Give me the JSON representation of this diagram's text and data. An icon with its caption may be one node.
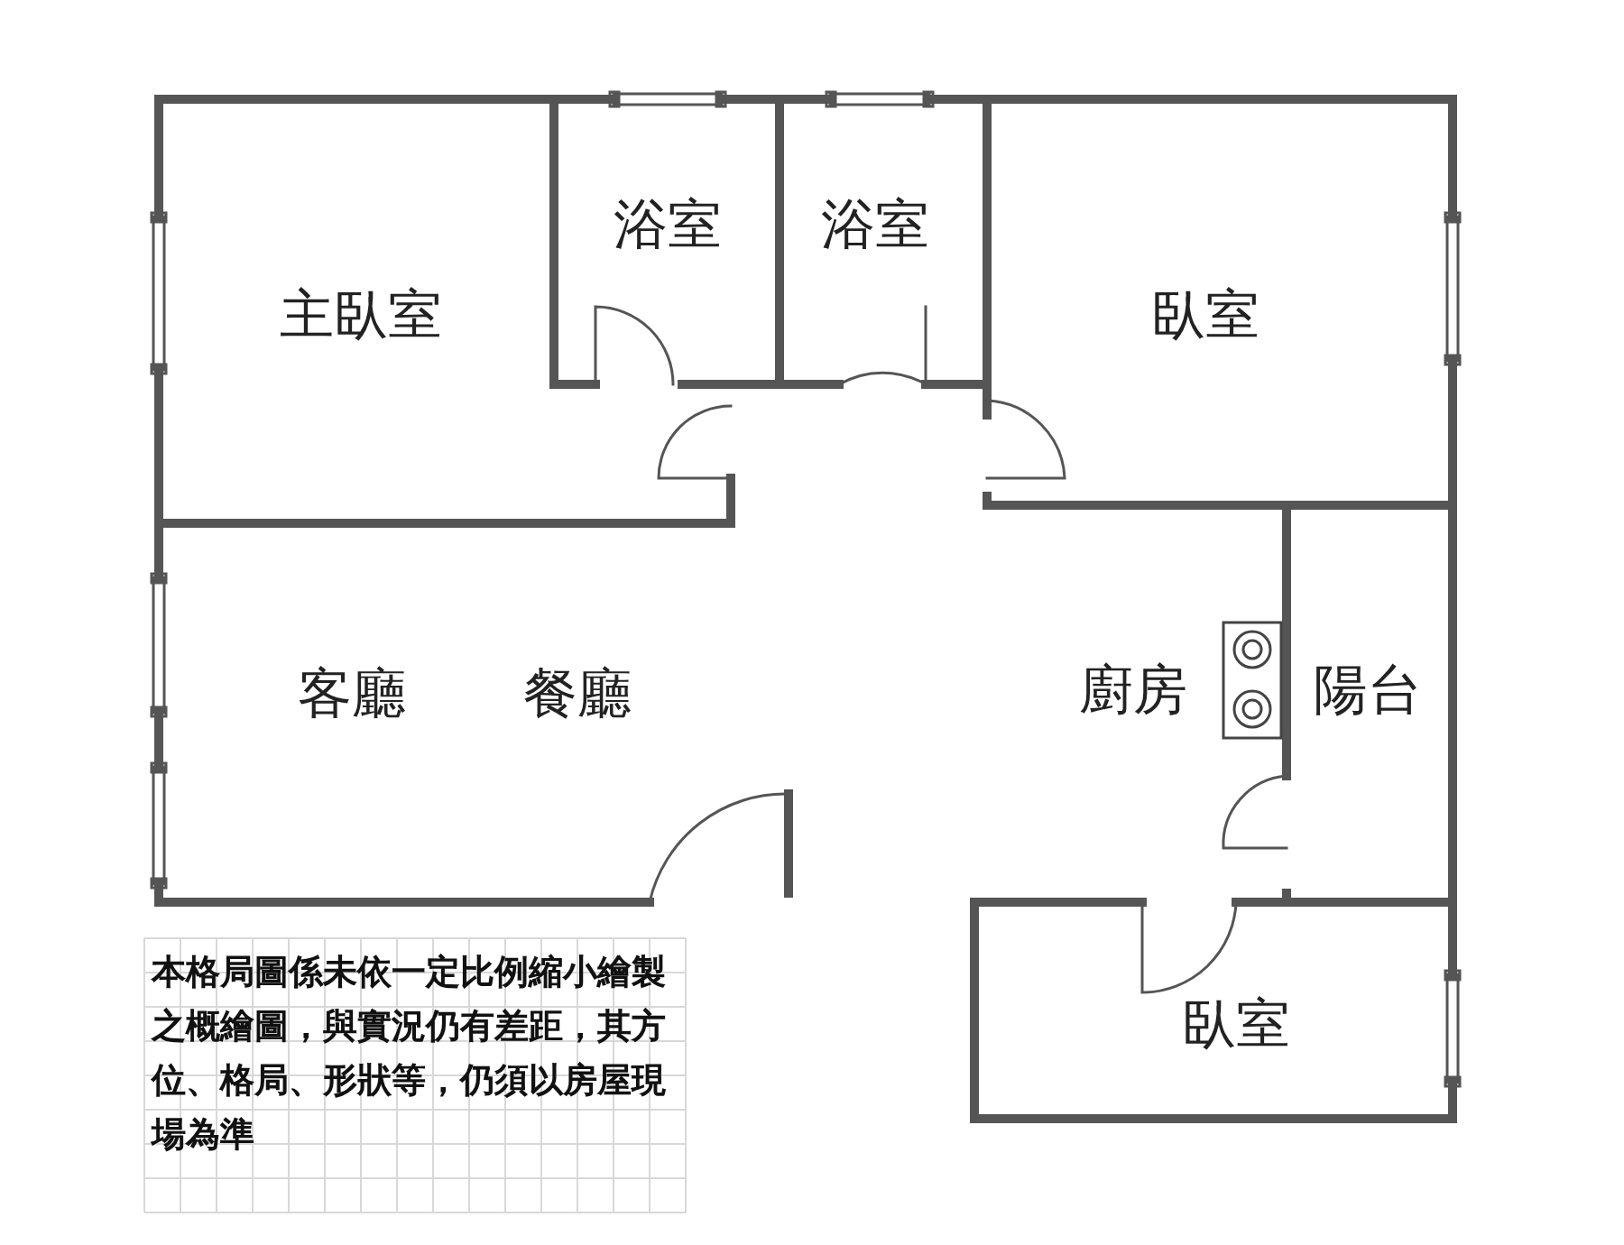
{
  "diagram": {
    "labels": [
      "主臥室",
      "浴室",
      "浴室",
      "臥室",
      "客廳",
      "餐廳",
      "廚房",
      "陽台",
      "臥室",
      "本格局圖係未依一定比例縮小繪製之概繪圖，與實況仍有差距，其方位、格局、形狀等，仍須以房屋現場為準"
    ]
  }
}
